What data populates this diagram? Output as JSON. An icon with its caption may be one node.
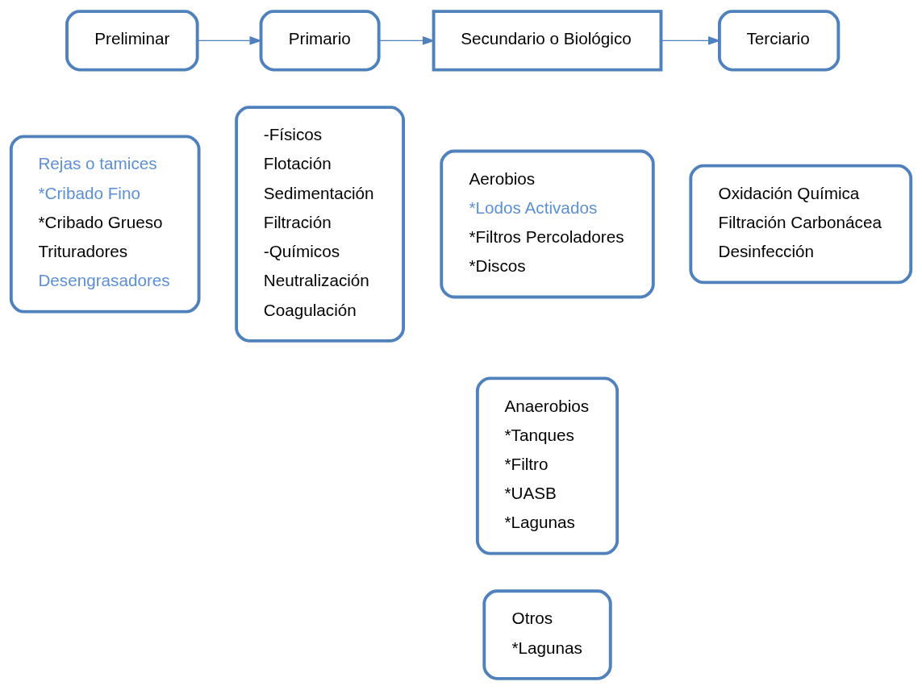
{
  "diagram": {
    "nodes": [
      {
        "text": [
          "Preliminar"
        ]
      },
      {
        "text": [
          "Primario"
        ]
      },
      {
        "text": [
          "Secundario o Biológico"
        ]
      },
      {
        "text": [
          "Terciario"
        ]
      },
      {
        "text": [
          "Rejas o tamices",
          "*Cribado Fino",
          "*Cribado Grueso",
          "Trituradores",
          "Desengrasadores"
        ]
      },
      {
        "text": [
          "-Físicos",
          "Flotación",
          "Sedimentación",
          "Filtración",
          "-Químicos",
          "Neutralización",
          "Coagulación"
        ]
      },
      {
        "text": [
          "Aerobios",
          "*Lodos Activados",
          "*Filtros Percoladores",
          "*Discos"
        ]
      },
      {
        "text": [
          "Anaerobios",
          "*Tanques",
          "*Filtro",
          "*UASB",
          "*Lagunas"
        ]
      },
      {
        "text": [
          "Otros",
          "*Lagunas"
        ]
      },
      {
        "text": [
          "Oxidación Química",
          "Filtración Carbonácea",
          "Desinfección"
        ]
      }
    ],
    "edges": [
      {
        "from": 0,
        "to": 1,
        "arrow": "to"
      },
      {
        "from": 1,
        "to": 2,
        "arrow": "to"
      },
      {
        "from": 2,
        "to": 3,
        "arrow": "to"
      }
    ]
  }
}
